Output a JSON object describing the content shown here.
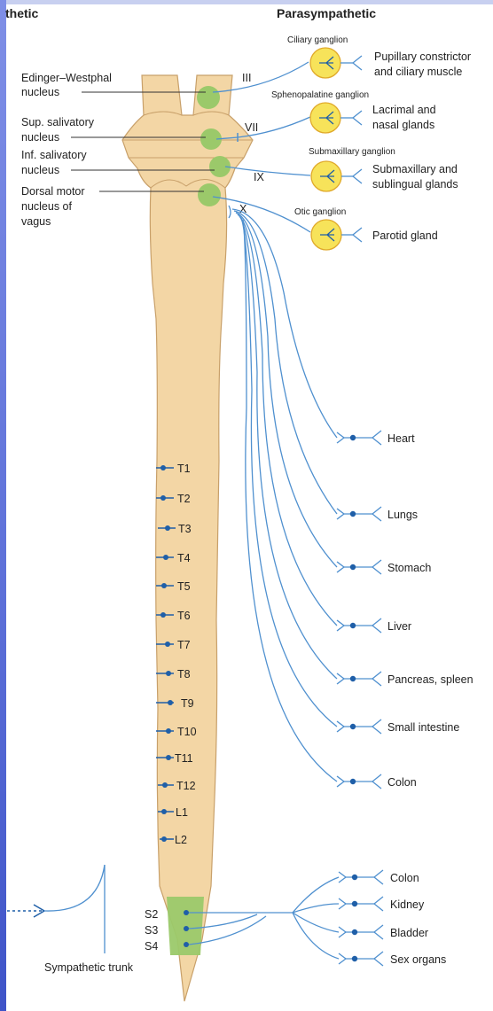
{
  "headers": {
    "left": "thetic",
    "right": "Parasympathetic"
  },
  "nuclei": [
    {
      "lines": [
        "Edinger–Westphal",
        "nucleus"
      ]
    },
    {
      "lines": [
        "Sup. salivatory",
        "nucleus"
      ]
    },
    {
      "lines": [
        "Inf. salivatory",
        "nucleus"
      ]
    },
    {
      "lines": [
        "Dorsal motor",
        "nucleus of",
        "vagus"
      ]
    }
  ],
  "cranial_nerves": [
    "III",
    "VII",
    "IX",
    "X"
  ],
  "ganglia": [
    {
      "name": "Ciliary ganglion",
      "targets": [
        "Pupillary constrictor",
        "and ciliary muscle"
      ]
    },
    {
      "name": "Sphenopalatine ganglion",
      "targets": [
        "Lacrimal and",
        "nasal glands"
      ]
    },
    {
      "name": "Submaxillary ganglion",
      "targets": [
        "Submaxillary and",
        "sublingual glands"
      ]
    },
    {
      "name": "Otic ganglion",
      "targets": [
        "Parotid gland"
      ]
    }
  ],
  "vagal_targets": [
    "Heart",
    "Lungs",
    "Stomach",
    "Liver",
    "Pancreas, spleen",
    "Small intestine",
    "Colon"
  ],
  "spinal_levels": [
    "T1",
    "T2",
    "T3",
    "T4",
    "T5",
    "T6",
    "T7",
    "T8",
    "T9",
    "T10",
    "T11",
    "T12",
    "L1",
    "L2"
  ],
  "sacral_levels": [
    "S2",
    "S3",
    "S4"
  ],
  "sacral_targets": [
    "Colon",
    "Kidney",
    "Bladder",
    "Sex organs"
  ],
  "sympathetic_trunk_label": "Sympathetic trunk",
  "colors": {
    "cord": "#f3d6a5",
    "cord_stroke": "#c8a06a",
    "nucleus": "#9bc96a",
    "ganglion": "#f7e35a",
    "ganglion_stroke": "#e0a92a",
    "nerve": "#4f90cf",
    "dot": "#1f5fa8"
  }
}
